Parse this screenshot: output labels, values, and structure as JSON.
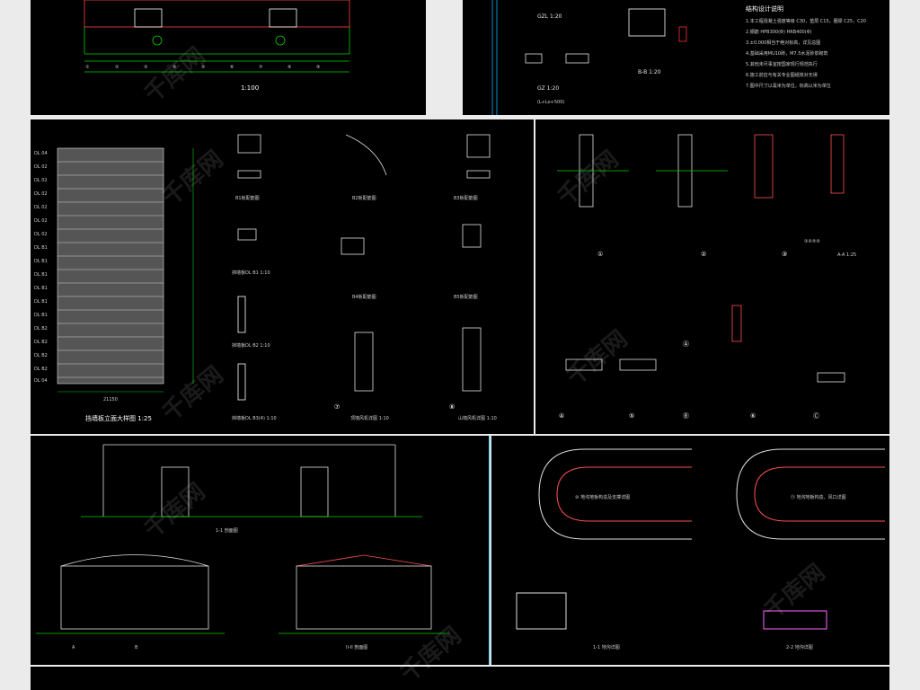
{
  "panels": {
    "top_left_plan": {
      "scale_label": "1:100",
      "axis_labels": [
        "①",
        "②",
        "③",
        "④",
        "⑤",
        "⑥",
        "⑦",
        "⑧",
        "⑨"
      ]
    },
    "top_middle": {
      "title_gzl": "GZL 1:20",
      "title_gz": "GZ 1:20",
      "note": "(L+Lo+500)",
      "section_bb": "B-B 1:20"
    },
    "top_right_notes": {
      "title": "结构设计说明",
      "lines": [
        "1.本工程混凝土强度等级 C30，垫层 C15，圈梁 C25，C20",
        "2.钢筋 HPB300(Φ) HRB400(Φ)",
        "3.±0.000相当于绝对标高，详见总图",
        "4.基础采用MU10砖，M7.5水泥砂浆砌筑",
        "5.其他未尽事宜按国家现行规范执行",
        "6.施工前应与有关专业图纸核对无误",
        "7.图中尺寸以毫米为单位，标高以米为单位"
      ]
    },
    "middle_left_elevation": {
      "title": "挡墙板立面大样图 1:25",
      "left_labels": [
        "DL 04",
        "DL 02",
        "DL 02",
        "DL 02",
        "DL 02",
        "DL 02",
        "DL 02",
        "DL B1",
        "DL B1",
        "DL B1",
        "DL B1",
        "DL B1",
        "DL B1",
        "DL B2",
        "DL B2",
        "DL B2",
        "DL B2",
        "DL 04"
      ],
      "bottom_dim": "21150"
    },
    "middle_reinforcement": {
      "titles": [
        "B1板配筋图",
        "B2板配筋图",
        "B3板配筋图",
        "B4板配筋图",
        "B5板配筋图",
        "挡墙板DL B1 1:10",
        "挡墙板DL B2 1:10",
        "挡墙板DL B3(4) 1:10",
        "顶墙风机详图 1:10",
        "山墙风机详图 1:10"
      ],
      "circles": [
        "⑦",
        "⑧"
      ]
    },
    "middle_right_details": {
      "circles": [
        "①",
        "②",
        "③",
        "④",
        "⑤",
        "⑥",
        "Ⓐ",
        "Ⓑ",
        "Ⓒ"
      ],
      "section_aa": "A-A 1:25",
      "grid_labels": [
        "③④⑤⑥"
      ]
    },
    "lower_left_sections": {
      "title_1": "1-1 剖面图",
      "title_2": "II-II 剖面图",
      "axis_a": "A",
      "axis_b": "B"
    },
    "lower_right_channels": {
      "label_left": "⑩ 地沟地板构造及支撑详图",
      "label_right": "⑪ 地沟地板构造、风口详图",
      "bottom_labels": [
        "1-1 地沟详图",
        "2-2 地沟详图"
      ]
    },
    "watermark": {
      "text": "千库网"
    }
  }
}
